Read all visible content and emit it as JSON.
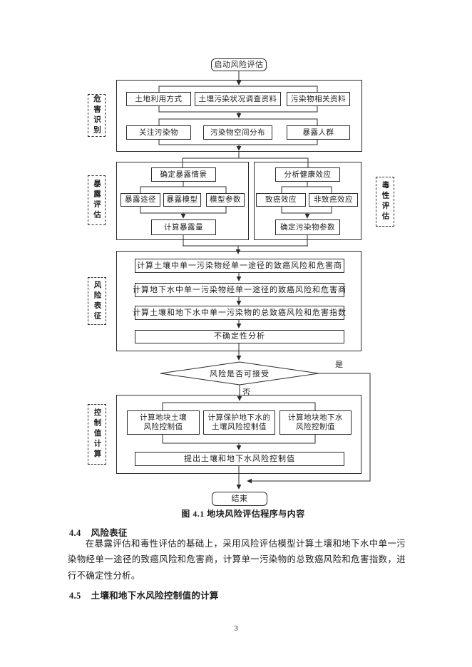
{
  "colors": {
    "ink": "#2b2b2b",
    "paper": "#ffffff"
  },
  "flowchart": {
    "start_label": "启动风险评估",
    "end_label": "结束",
    "stage_labels": {
      "hazard": "危害识别",
      "exposure": "暴露评估",
      "toxicity": "毒性评估",
      "risk": "风险表征",
      "control": "控制值计算"
    },
    "hazard": {
      "row1": [
        "土地利用方式",
        "土壤污染状况调查资料",
        "污染物相关资料"
      ],
      "row2": [
        "关注污染物",
        "污染物空间分布",
        "暴露人群"
      ]
    },
    "exposure": {
      "top": "确定暴露情景",
      "mid": [
        "暴露途径",
        "暴露模型",
        "模型参数"
      ],
      "bottom": "计算暴露量"
    },
    "toxicity": {
      "top": "分析健康效应",
      "mid": [
        "致癌效应",
        "非致癌效应"
      ],
      "bottom": "确定污染物参数"
    },
    "risk_rows": [
      "计算土壤中单一污染物经单一途径的致癌风险和危害商",
      "计算地下水中单一污染物经单一途径的致癌风险和危害商",
      "计算土壤和地下水中单一污染物的总致癌风险和危害指数",
      "不确定性分析"
    ],
    "decision": {
      "question": "风险是否可接受",
      "yes": "是",
      "no": "否"
    },
    "control": {
      "boxes": [
        {
          "l1": "计算地块土壤",
          "l2": "风险控制值"
        },
        {
          "l1": "计算保护地下水的",
          "l2": "土壤风险控制值"
        },
        {
          "l1": "计算地块地下水",
          "l2": "风险控制值"
        }
      ],
      "bottom": "提出土壤和地下水风险控制值"
    }
  },
  "caption": "图 4.1 地块风险评估程序与内容",
  "sections": [
    {
      "num": "4.4",
      "title": "风险表征",
      "paragraph": "在暴露评估和毒性评估的基础上，采用风险评估模型计算土壤和地下水中单一污染物经单一途径的致癌风险和危害商，计算单一污染物的总致癌风险和危害指数，进行不确定性分析。"
    },
    {
      "num": "4.5",
      "title": "土壤和地下水风险控制值的计算"
    }
  ],
  "page": {
    "number": "3"
  }
}
